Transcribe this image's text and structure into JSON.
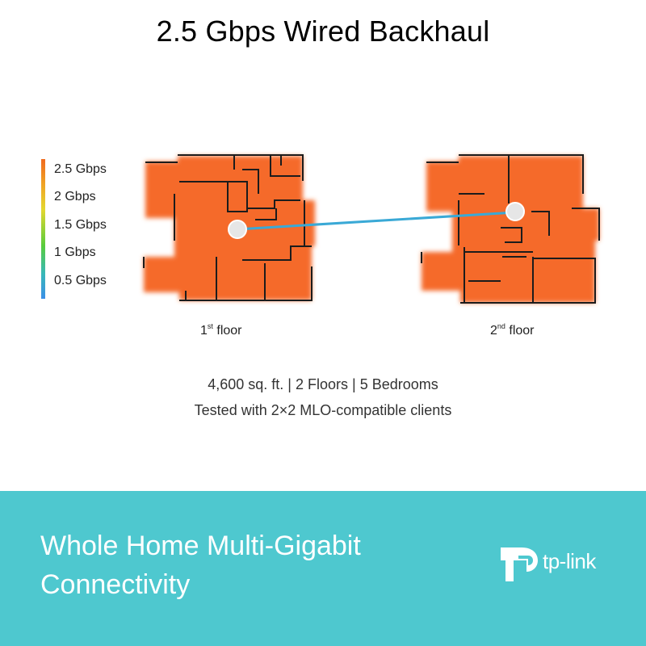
{
  "title": "2.5 Gbps Wired Backhaul",
  "legend": {
    "labels": [
      "2.5 Gbps",
      "2 Gbps",
      "1.5 Gbps",
      "1 Gbps",
      "0.5 Gbps"
    ],
    "colors": [
      "#f06a1e",
      "#f0a325",
      "#e4d730",
      "#58cc3c",
      "#38b8b8",
      "#3b8fe8"
    ]
  },
  "floors": [
    {
      "ordinal": "1",
      "suffix": "st",
      "word": "floor"
    },
    {
      "ordinal": "2",
      "suffix": "nd",
      "word": "floor"
    }
  ],
  "info": {
    "line1": "4,600 sq. ft. | 2 Floors | 5 Bedrooms",
    "line2": "Tested with 2×2 MLO-compatible clients"
  },
  "banner": {
    "tagline_line1": "Whole Home Multi-Gigabit",
    "tagline_line2": "Connectivity",
    "brand": "tp-link",
    "color": "#4ec8cf"
  },
  "coverage_color": "#f56a2b",
  "link_color": "#3aa9d6"
}
